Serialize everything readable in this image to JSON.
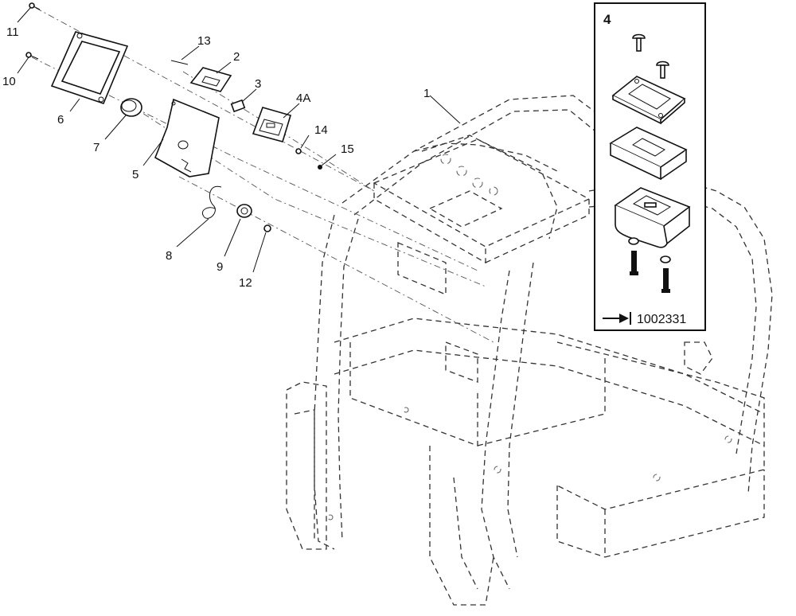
{
  "callouts": {
    "c1": "1",
    "c2": "2",
    "c3": "3",
    "c4A": "4A",
    "c5": "5",
    "c6": "6",
    "c7": "7",
    "c8": "8",
    "c9": "9",
    "c10": "10",
    "c11": "11",
    "c12": "12",
    "c13": "13",
    "c14": "14",
    "c15": "15"
  },
  "inset": {
    "title": "4",
    "reference": "1002331"
  }
}
